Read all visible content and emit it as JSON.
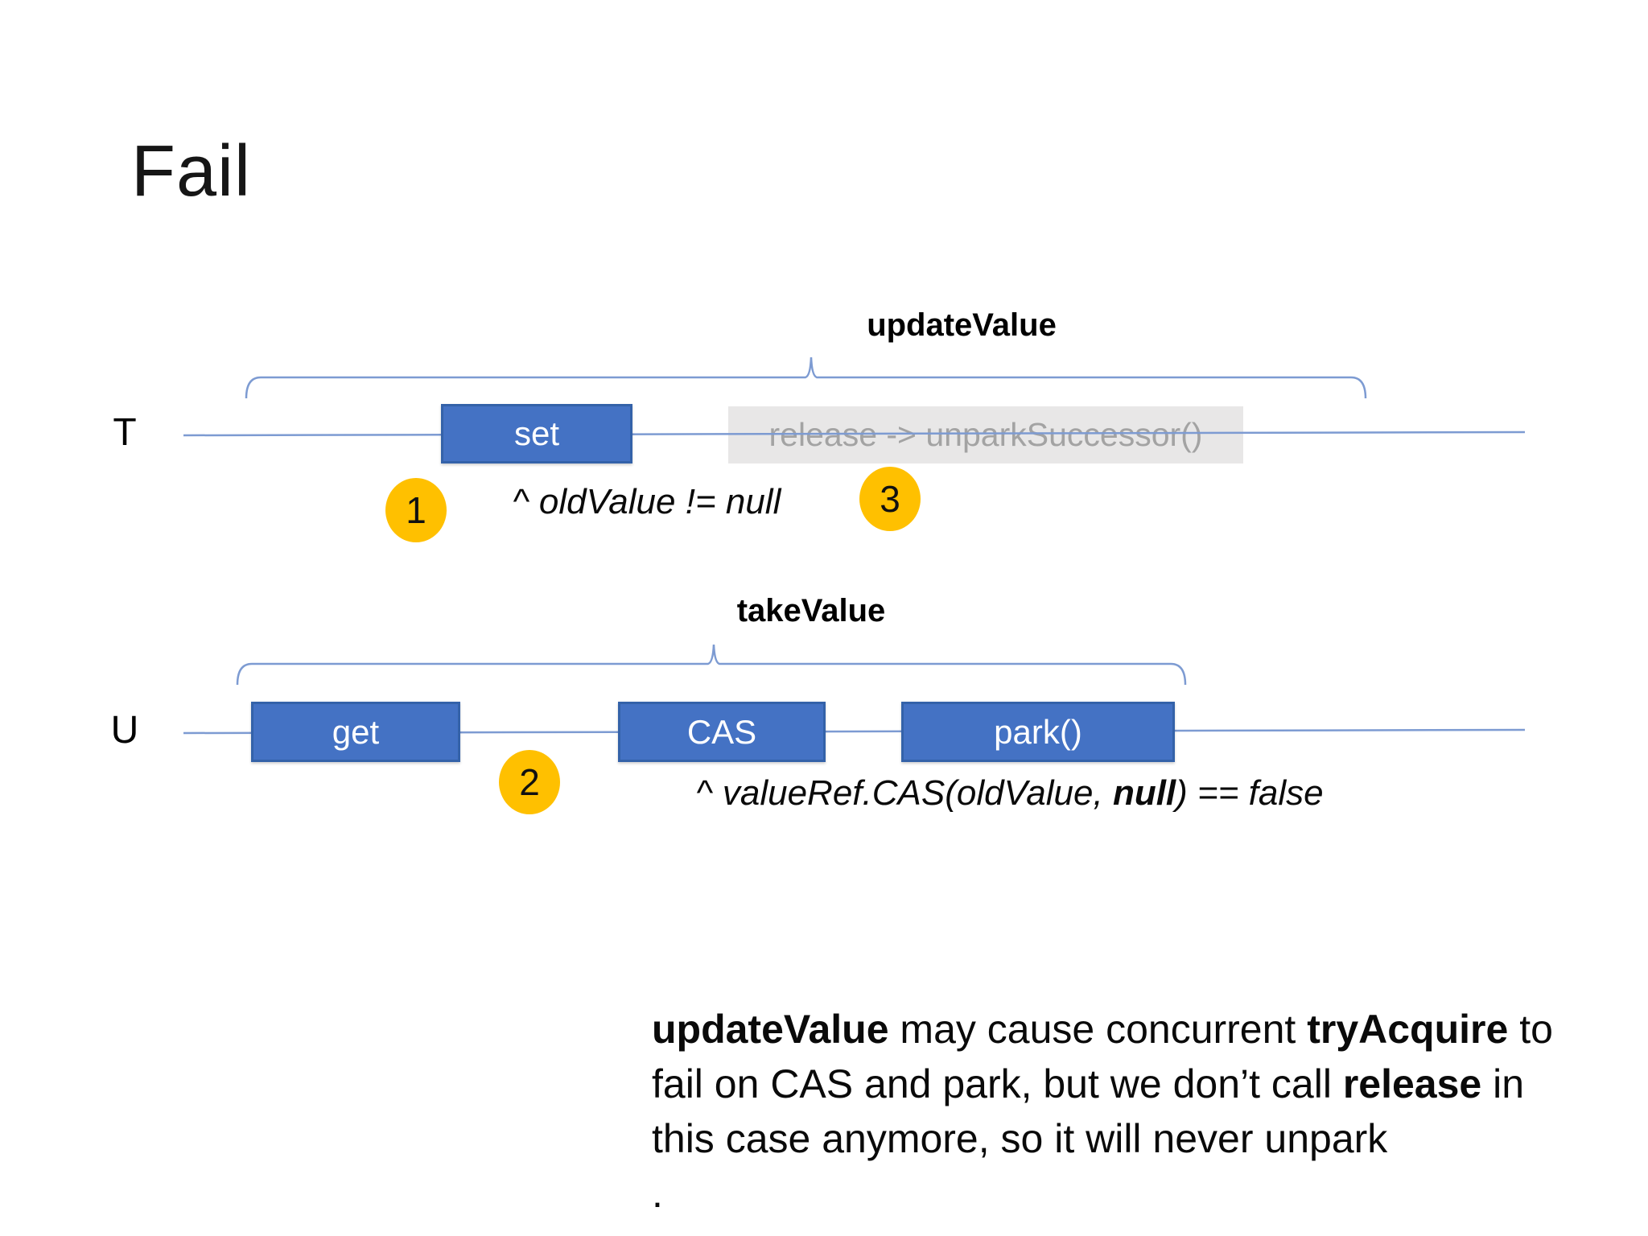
{
  "slide": {
    "title": "Fail"
  },
  "colors": {
    "slide_bg": "#FFFFFF",
    "box_blue": "#4472C4",
    "box_blue_border": "#3462A9",
    "box_gray": "#E8E7E7",
    "gray_text": "#A3A3A3",
    "line_blue": "#7D9BD2",
    "badge_amber": "#FFC000"
  },
  "diagram": {
    "spans": [
      {
        "label": "updateValue"
      },
      {
        "label": "takeValue"
      }
    ],
    "lanes": [
      {
        "label": "T"
      },
      {
        "label": "U"
      }
    ],
    "boxes": {
      "set": "set",
      "release": "release -> unparkSuccessor()",
      "get": "get",
      "cas": "CAS",
      "park": "park()"
    },
    "badges": [
      {
        "number": "1"
      },
      {
        "number": "2"
      },
      {
        "number": "3"
      }
    ],
    "annotations": [
      {
        "segments": [
          {
            "text": "^ oldValue != null",
            "bold": false
          }
        ]
      },
      {
        "segments": [
          {
            "text": "^ valueRef.CAS(oldValue, ",
            "bold": false
          },
          {
            "text": "null",
            "bold": true
          },
          {
            "text": ") == false",
            "bold": false
          }
        ]
      }
    ]
  },
  "note": {
    "lines": [
      {
        "segments": [
          {
            "text": "updateValue",
            "bold": true
          },
          {
            "text": " may cause concurrent ",
            "bold": false
          },
          {
            "text": "tryAcquire",
            "bold": true
          },
          {
            "text": " to",
            "bold": false
          }
        ]
      },
      {
        "segments": [
          {
            "text": "fail on CAS and park, but we don’t call ",
            "bold": false
          },
          {
            "text": "release",
            "bold": true
          },
          {
            "text": " in",
            "bold": false
          }
        ]
      },
      {
        "segments": [
          {
            "text": "this case anymore, so it will never unpark",
            "bold": false
          }
        ]
      },
      {
        "segments": [
          {
            "text": ".",
            "bold": false
          }
        ]
      }
    ]
  }
}
